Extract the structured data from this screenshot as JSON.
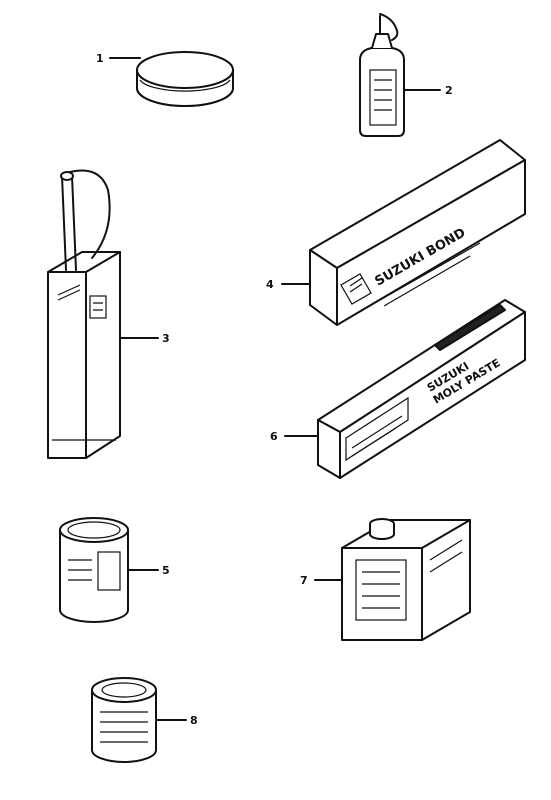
{
  "callouts": [
    {
      "id": "1",
      "label": "1"
    },
    {
      "id": "2",
      "label": "2"
    },
    {
      "id": "3",
      "label": "3"
    },
    {
      "id": "4",
      "label": "4"
    },
    {
      "id": "5",
      "label": "5"
    },
    {
      "id": "6",
      "label": "6"
    },
    {
      "id": "7",
      "label": "7"
    },
    {
      "id": "8",
      "label": "8"
    }
  ],
  "items": {
    "bond_box": {
      "brand": "SUZUKI BOND"
    },
    "moly_box": {
      "brand": "SUZUKI",
      "line2": "MOLY PASTE"
    }
  }
}
